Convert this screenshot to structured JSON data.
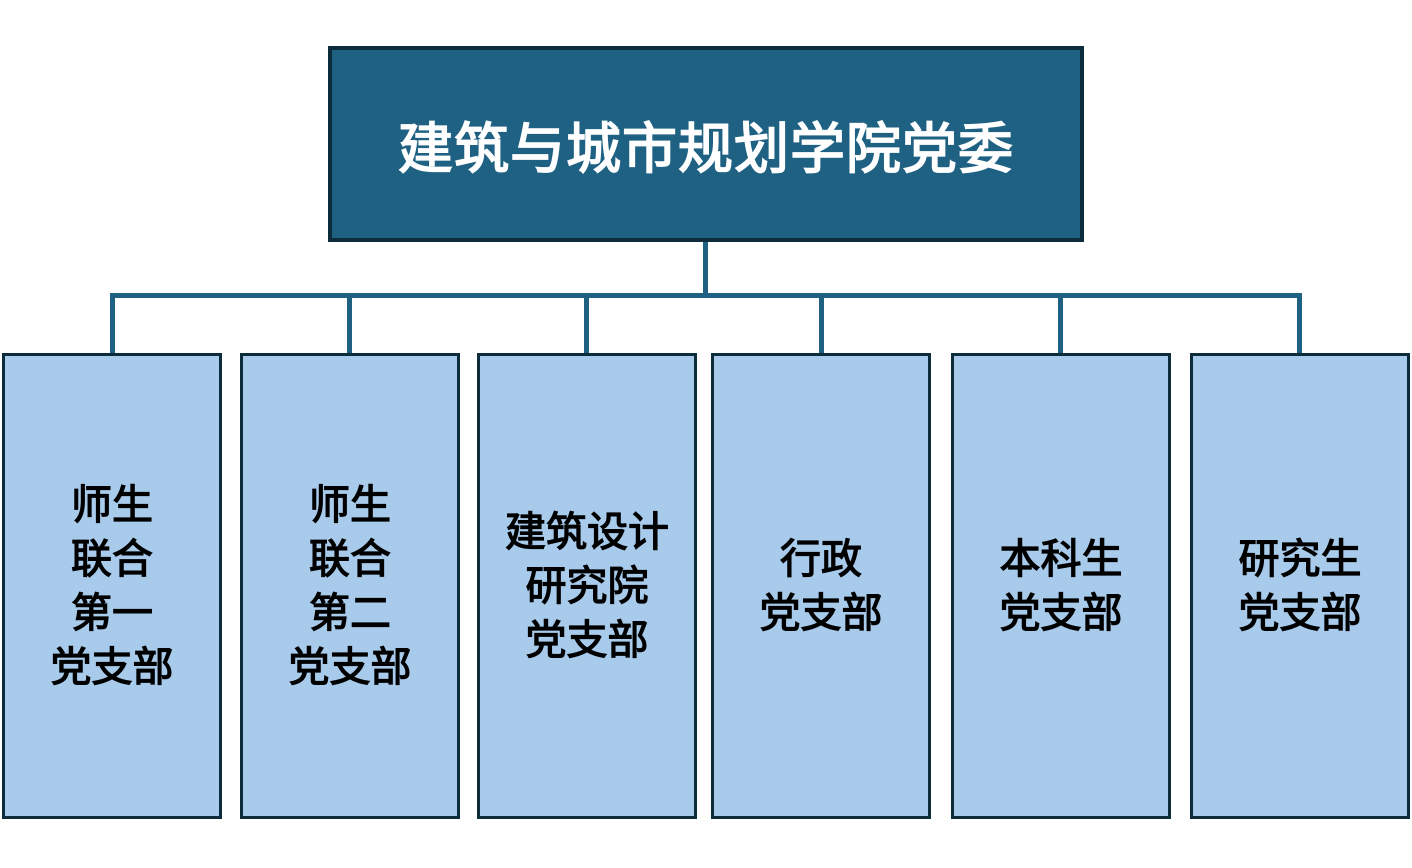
{
  "diagram": {
    "type": "org-chart",
    "root": {
      "name": "建筑与城市规划学院党委"
    },
    "branches": [
      {
        "name": "师生联合第一党支部",
        "lines": [
          "师生",
          "联合",
          "第一",
          "党支部"
        ]
      },
      {
        "name": "师生联合第二党支部",
        "lines": [
          "师生",
          "联合",
          "第二",
          "党支部"
        ]
      },
      {
        "name": "建筑设计研究院党支部",
        "lines": [
          "建筑设计",
          "研究院",
          "党支部"
        ]
      },
      {
        "name": "行政党支部",
        "lines": [
          "行政",
          "党支部"
        ]
      },
      {
        "name": "本科生党支部",
        "lines": [
          "本科生",
          "党支部"
        ]
      },
      {
        "name": "研究生党支部",
        "lines": [
          "研究生",
          "党支部"
        ]
      }
    ],
    "colors": {
      "background": "#FFFFFF",
      "root_fill": "#1F6183",
      "root_text": "#FFFFFF",
      "branch_fill": "#A8CBEB",
      "branch_text": "#000000",
      "border": "#0C2B3B",
      "connector": "#1F6183"
    }
  }
}
